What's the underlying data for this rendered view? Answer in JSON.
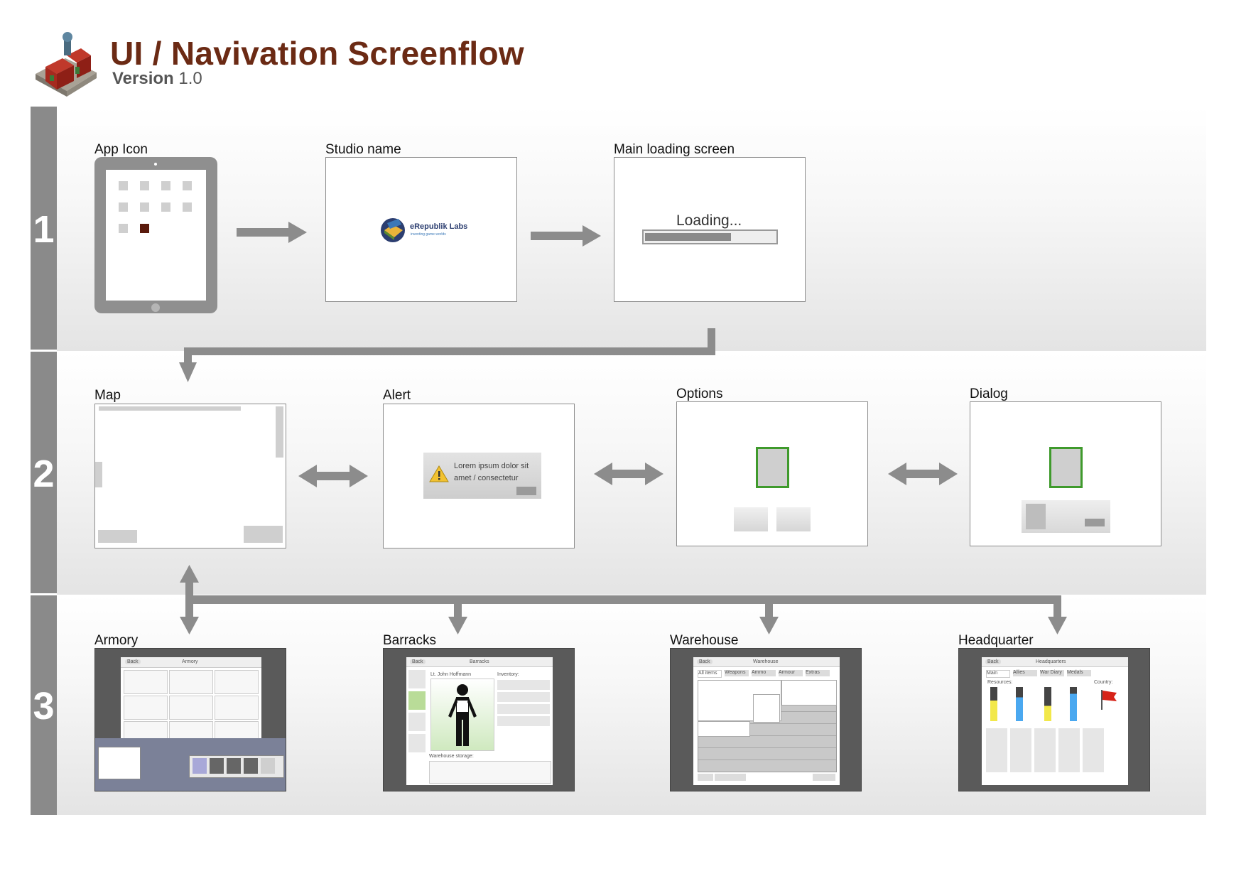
{
  "header": {
    "title": "UI / Navivation Screenflow",
    "version_label": "Version",
    "version_number": "1.0"
  },
  "rows": [
    "1",
    "2",
    "3"
  ],
  "screens": {
    "app_icon": "App Icon",
    "studio_name": "Studio name",
    "main_loading": "Main loading screen",
    "map": "Map",
    "alert": "Alert",
    "options": "Options",
    "dialog": "Dialog",
    "armory": "Armory",
    "barracks": "Barracks",
    "warehouse": "Warehouse",
    "headquarter": "Headquarter"
  },
  "studio": {
    "brand": "eRepublik Labs",
    "tagline": "inventing game worlds"
  },
  "loading": {
    "text": "Loading...",
    "progress": 0.66
  },
  "alert": {
    "message_line1": "Lorem ipsum dolor sit",
    "message_line2": "amet / consectetur"
  },
  "thumbs": {
    "armory_title": "Armory",
    "barracks_title": "Barracks",
    "barracks_unit": "Lt. John Hoffmann",
    "barracks_inventory": "Inventory:",
    "barracks_storage": "Warehouse storage:",
    "warehouse_title": "Warehouse",
    "warehouse_tabs": [
      "All items",
      "Weapons",
      "Ammo",
      "Armour",
      "Extras"
    ],
    "headquarters_title": "Headquarters",
    "headquarters_tabs": [
      "Main",
      "Allies",
      "War Diary",
      "Medals"
    ],
    "headquarters_resources": "Resources:",
    "headquarters_country": "Country:",
    "back": "Back"
  },
  "colors": {
    "title": "#6b2a14",
    "sidebar": "#8a8a8a",
    "arrow": "#8c8c8c",
    "accent_green": "#3f9a2c",
    "app_highlight": "#5a1a0c"
  }
}
